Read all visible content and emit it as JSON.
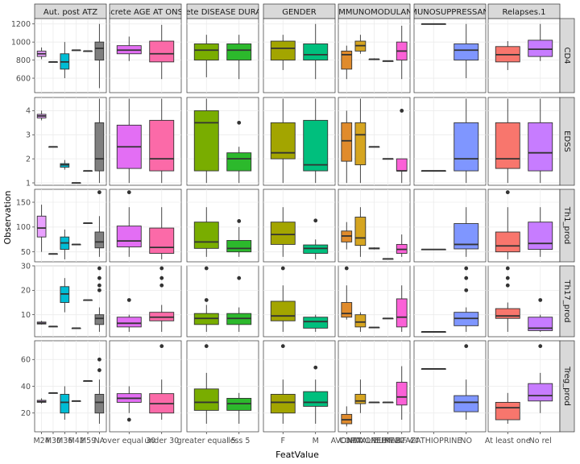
{
  "chart_data": {
    "type": "boxplot",
    "xlabel": "FeatValue",
    "ylabel": "Observation",
    "columns": [
      {
        "strip": "Aut. post ATZ",
        "categories": [
          "M24",
          "M30",
          "M36",
          "M42",
          "M59",
          "NA"
        ],
        "colors": [
          "#e9a0ff",
          "#b39ddb",
          "#00bcd4",
          "#5db8e8",
          "#8d8d8d",
          "#7f7f7f"
        ]
      },
      {
        "strip": "Discrete AGE AT ONSET",
        "categories": [
          "over equal 30",
          "under 30"
        ],
        "colors": [
          "#e36ef4",
          "#fb6aa8"
        ]
      },
      {
        "strip": "Discrete DISEASE DURATION",
        "categories": [
          "greater equal 5",
          "less 5"
        ],
        "colors": [
          "#79ad00",
          "#2cb92c"
        ]
      },
      {
        "strip": "GENDER",
        "categories": [
          "F",
          "M"
        ],
        "colors": [
          "#a3a500",
          "#00bf7d"
        ]
      },
      {
        "strip": "IS IMMUNOMODULANTS",
        "categories": [
          "AVONEX",
          "COPAXONE",
          "NATALIZUMAB",
          "REBIF 22",
          "REBIF 44"
        ],
        "colors": [
          "#e08b2c",
          "#d6a520",
          "#96a832",
          "#b0b0b0",
          "#fb61d7"
        ]
      },
      {
        "strip": "IMMUNOSUPPRESSANTS",
        "categories": [
          "AZATHIOPRINE",
          "NO"
        ],
        "colors": [
          "#6b6b6b",
          "#7f96ff"
        ]
      },
      {
        "strip": "Relapses.1",
        "categories": [
          "At least one",
          "No rel"
        ],
        "colors": [
          "#f8766d",
          "#c77cff"
        ]
      }
    ],
    "rows": [
      {
        "strip": "CD4",
        "ylim": [
          440,
          1260
        ],
        "ticks": [
          400,
          600,
          800,
          1000,
          1200
        ]
      },
      {
        "strip": "EDSS",
        "ylim": [
          0.9,
          4.55
        ],
        "ticks": [
          1,
          2,
          3,
          4
        ]
      },
      {
        "strip": "Th1_prod",
        "ylim": [
          30,
          176
        ],
        "ticks": [
          50,
          100,
          150
        ]
      },
      {
        "strip": "Th17_prod",
        "ylim": [
          1,
          30
        ],
        "ticks": [
          10,
          20,
          30
        ]
      },
      {
        "strip": "Treg_prod",
        "ylim": [
          6,
          74
        ],
        "ticks": [
          20,
          40,
          60
        ]
      }
    ],
    "boxes": [
      [
        [
          [
            810,
            840,
            870,
            900,
            940,
            []
          ],
          [
            780,
            780,
            780,
            780,
            780,
            []
          ],
          [
            600,
            700,
            780,
            870,
            1000,
            []
          ],
          [
            910,
            910,
            910,
            910,
            910,
            []
          ],
          [
            900,
            900,
            900,
            900,
            900,
            []
          ],
          [
            490,
            800,
            930,
            1000,
            1200,
            []
          ]
        ],
        [
          [
            790,
            870,
            910,
            960,
            1060,
            []
          ],
          [
            590,
            780,
            870,
            1010,
            1190,
            []
          ]
        ],
        [
          [
            610,
            800,
            910,
            980,
            1080,
            []
          ],
          [
            590,
            800,
            910,
            980,
            1080,
            []
          ]
        ],
        [
          [
            690,
            800,
            930,
            1010,
            1080,
            []
          ],
          [
            590,
            800,
            860,
            980,
            1200,
            []
          ]
        ],
        [
          [
            590,
            700,
            860,
            900,
            960,
            []
          ],
          [
            870,
            900,
            960,
            1010,
            1080,
            []
          ],
          [
            800,
            810,
            810,
            810,
            820,
            []
          ],
          [
            790,
            790,
            790,
            790,
            790,
            []
          ],
          [
            590,
            800,
            900,
            1000,
            1180,
            []
          ]
        ],
        [
          [
            1200,
            1200,
            1200,
            1200,
            1200,
            []
          ],
          [
            600,
            800,
            910,
            980,
            1200,
            []
          ]
        ],
        [
          [
            690,
            780,
            860,
            950,
            1010,
            []
          ],
          [
            790,
            840,
            920,
            1020,
            1200,
            []
          ]
        ]
      ],
      [
        [
          [
            3.6,
            3.7,
            3.78,
            3.85,
            4.0,
            []
          ],
          [
            2.5,
            2.5,
            2.5,
            2.5,
            2.5,
            []
          ],
          [
            1.55,
            1.65,
            1.75,
            1.8,
            1.95,
            []
          ],
          [
            1.0,
            1.0,
            1.0,
            1.0,
            1.0,
            []
          ],
          [
            1.5,
            1.5,
            1.5,
            1.5,
            1.5,
            []
          ],
          [
            1.0,
            1.5,
            2.0,
            3.5,
            4.5,
            []
          ]
        ],
        [
          [
            1.0,
            1.6,
            2.5,
            3.4,
            4.5,
            []
          ],
          [
            1.0,
            1.5,
            2.0,
            3.6,
            4.5,
            []
          ]
        ],
        [
          [
            1.0,
            1.5,
            3.5,
            4.0,
            4.5,
            []
          ],
          [
            1.0,
            1.5,
            2.0,
            2.25,
            2.5,
            [
              3.5
            ]
          ]
        ],
        [
          [
            1.0,
            2.0,
            2.25,
            3.5,
            4.5,
            []
          ],
          [
            1.0,
            1.5,
            1.75,
            3.6,
            4.5,
            []
          ]
        ],
        [
          [
            1.0,
            1.9,
            2.75,
            3.5,
            4.0,
            []
          ],
          [
            1.0,
            1.75,
            3.0,
            3.5,
            4.5,
            []
          ],
          [
            2.5,
            2.5,
            2.5,
            2.5,
            2.5,
            []
          ],
          [
            2.0,
            2.0,
            2.0,
            2.0,
            2.0,
            []
          ],
          [
            1.0,
            1.5,
            1.5,
            2.0,
            2.0,
            [
              4.0
            ]
          ]
        ],
        [
          [
            1.5,
            1.5,
            1.5,
            1.5,
            1.5,
            []
          ],
          [
            1.0,
            1.5,
            2.0,
            3.5,
            4.5,
            []
          ]
        ],
        [
          [
            1.0,
            1.6,
            2.0,
            3.5,
            4.5,
            []
          ],
          [
            1.0,
            1.5,
            2.25,
            3.5,
            4.5,
            []
          ]
        ]
      ],
      [
        [
          [
            50,
            80,
            98,
            122,
            145,
            []
          ],
          [
            46,
            46,
            46,
            46,
            46,
            []
          ],
          [
            35,
            55,
            68,
            80,
            95,
            []
          ],
          [
            65,
            65,
            65,
            65,
            65,
            []
          ],
          [
            108,
            108,
            108,
            108,
            108,
            []
          ],
          [
            40,
            58,
            70,
            90,
            122,
            [
              170
            ]
          ]
        ],
        [
          [
            40,
            60,
            72,
            102,
            140,
            [
              170
            ]
          ],
          [
            35,
            47,
            59,
            98,
            140,
            []
          ]
        ],
        [
          [
            40,
            57,
            70,
            110,
            140,
            []
          ],
          [
            40,
            50,
            57,
            73,
            100,
            [
              112
            ]
          ]
        ],
        [
          [
            40,
            65,
            85,
            110,
            140,
            []
          ],
          [
            35,
            47,
            57,
            64,
            75,
            [
              113
            ]
          ]
        ],
        [
          [
            55,
            70,
            82,
            92,
            110,
            []
          ],
          [
            40,
            63,
            78,
            120,
            140,
            []
          ],
          [
            55,
            56,
            57,
            58,
            59,
            []
          ],
          [
            36,
            36,
            36,
            36,
            36,
            []
          ],
          [
            40,
            47,
            55,
            65,
            85,
            []
          ]
        ],
        [
          [
            55,
            55,
            55,
            55,
            55,
            []
          ],
          [
            40,
            56,
            65,
            107,
            140,
            []
          ]
        ],
        [
          [
            35,
            50,
            62,
            90,
            140,
            [
              170
            ]
          ],
          [
            40,
            55,
            67,
            110,
            140,
            []
          ]
        ]
      ],
      [
        [
          [
            6,
            6.2,
            6.5,
            7,
            7.5,
            []
          ],
          [
            5.2,
            5.2,
            5.2,
            5.2,
            5.2,
            []
          ],
          [
            11,
            15,
            18.5,
            21.5,
            25,
            []
          ],
          [
            4.5,
            4.5,
            4.5,
            4.5,
            4.5,
            []
          ],
          [
            16,
            16,
            16,
            16,
            16,
            []
          ],
          [
            3,
            6,
            8.5,
            10,
            13,
            [
              20,
              22,
              25,
              29
            ]
          ]
        ],
        [
          [
            3,
            5,
            6.5,
            9,
            10,
            [
              16
            ]
          ],
          [
            3,
            7.5,
            9,
            11,
            14,
            [
              22,
              25,
              29
            ]
          ]
        ],
        [
          [
            3,
            6,
            8.5,
            10.5,
            14,
            [
              16,
              29
            ]
          ],
          [
            3,
            6,
            8.5,
            10.5,
            13,
            [
              25
            ]
          ]
        ],
        [
          [
            3,
            7.5,
            9.5,
            15.5,
            22,
            [
              29
            ]
          ],
          [
            3,
            4.5,
            7.2,
            9,
            10,
            []
          ]
        ],
        [
          [
            8,
            9,
            10.5,
            15,
            22,
            [
              29
            ]
          ],
          [
            3,
            5,
            7,
            10,
            11,
            []
          ],
          [
            4.8,
            4.8,
            4.8,
            4.8,
            4.8,
            []
          ],
          [
            8.5,
            8.5,
            8.5,
            8.5,
            8.5,
            []
          ],
          [
            3,
            5,
            9,
            16.5,
            22,
            []
          ]
        ],
        [
          [
            3,
            3,
            3,
            3,
            3,
            []
          ],
          [
            3,
            5.5,
            8.5,
            11,
            13,
            [
              20,
              25,
              29
            ]
          ]
        ],
        [
          [
            3,
            8.5,
            9.5,
            12.5,
            15,
            [
              22,
              25,
              29
            ]
          ],
          [
            3,
            3.5,
            4.5,
            9,
            10,
            [
              16
            ]
          ]
        ]
      ],
      [
        [
          [
            27,
            28,
            28.5,
            29.5,
            31,
            []
          ],
          [
            35,
            35,
            35,
            35,
            35,
            []
          ],
          [
            15,
            20,
            28,
            34,
            40,
            []
          ],
          [
            29,
            29,
            29,
            29,
            29,
            []
          ],
          [
            44,
            44,
            44,
            44,
            44,
            []
          ],
          [
            12,
            20,
            28,
            34,
            45,
            [
              52,
              60
            ]
          ]
        ],
        [
          [
            20,
            28,
            31,
            34.5,
            40,
            [
              15
            ]
          ],
          [
            15,
            20,
            27,
            34.5,
            45,
            [
              70
            ]
          ]
        ],
        [
          [
            12,
            22,
            28,
            38,
            50,
            [
              70
            ]
          ],
          [
            12,
            22,
            27,
            31,
            35,
            []
          ]
        ],
        [
          [
            12,
            20,
            28,
            34,
            45,
            [
              70
            ]
          ],
          [
            12,
            25,
            28,
            36,
            45,
            [
              54
            ]
          ]
        ],
        [
          [
            10,
            12,
            15,
            19,
            25,
            []
          ],
          [
            20,
            27,
            29,
            34,
            45,
            []
          ],
          [
            28,
            28,
            28,
            28,
            28,
            []
          ],
          [
            28,
            28,
            28,
            28,
            28,
            []
          ],
          [
            15,
            26,
            32,
            43,
            55,
            []
          ]
        ],
        [
          [
            53,
            53,
            53,
            53,
            53,
            []
          ],
          [
            15,
            21,
            28,
            33,
            45,
            [
              70
            ]
          ]
        ],
        [
          [
            12,
            15,
            24,
            28,
            35,
            []
          ],
          [
            20,
            29,
            33,
            42,
            50,
            [
              70
            ]
          ]
        ]
      ]
    ]
  }
}
